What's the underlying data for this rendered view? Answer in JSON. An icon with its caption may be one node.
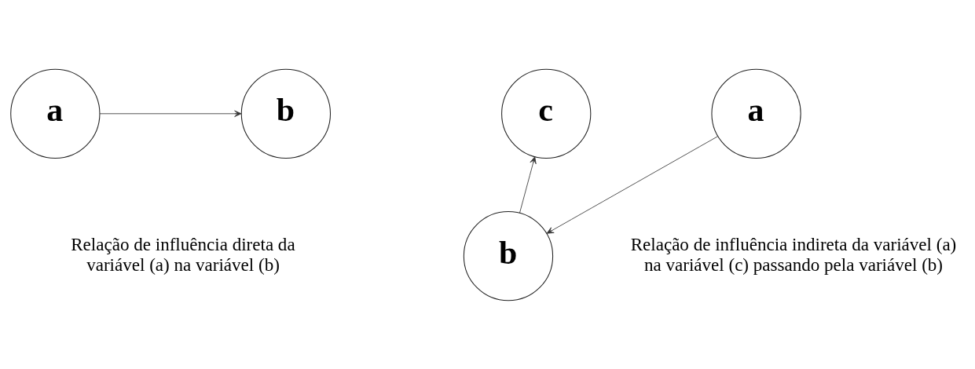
{
  "diagram": {
    "nodes": [
      {
        "text": [
          "a"
        ]
      },
      {
        "text": [
          "b"
        ]
      },
      {
        "text": [
          "b"
        ]
      },
      {
        "text": [
          "a"
        ]
      },
      {
        "text": [
          "c"
        ]
      }
    ],
    "edges": [
      {
        "from": 0,
        "to": 1,
        "arrow": "to"
      },
      {
        "from": 3,
        "to": 2,
        "arrow": "to"
      },
      {
        "from": 2,
        "to": 4,
        "arrow": "to"
      }
    ],
    "labels": [
      "Relação de influência direta da variável (a) na variável (b)",
      "Relação de influência indireta da variável (a) na variável (c) passando pela variável (b)"
    ]
  }
}
